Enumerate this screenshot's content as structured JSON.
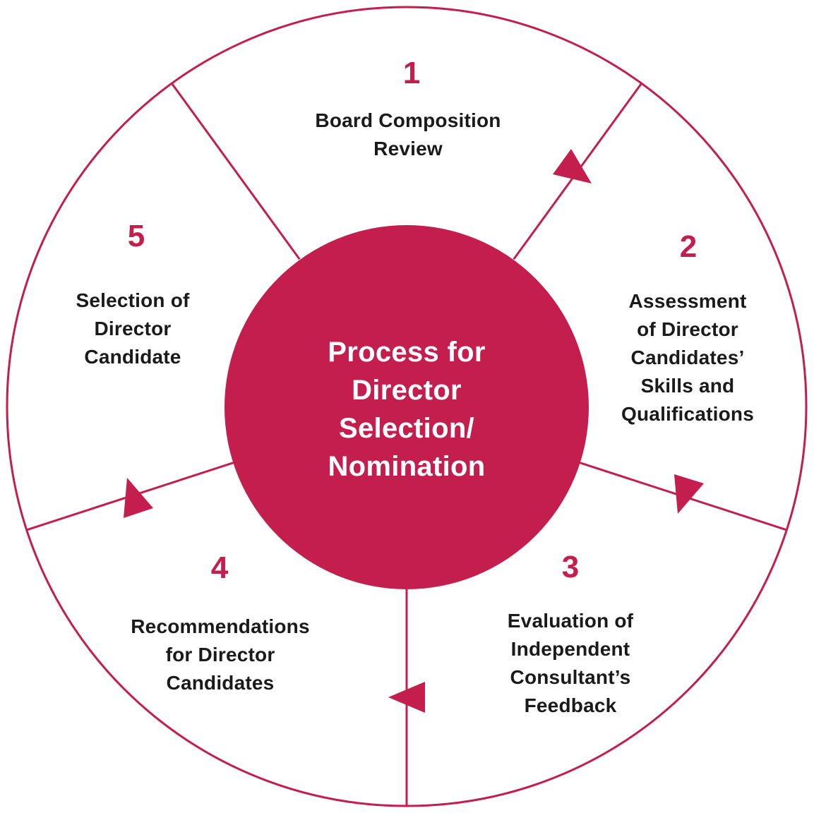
{
  "diagram": {
    "title": "Process for Director Selection/Nomination wheel",
    "center": {
      "label": "Process for\nDirector\nSelection/\nNomination"
    },
    "steps": [
      {
        "number": "1",
        "label": "Board Composition\nReview"
      },
      {
        "number": "2",
        "label": "Assessment\nof Director\nCandidates’\nSkills and\nQualifications"
      },
      {
        "number": "3",
        "label": "Evaluation of\nIndependent\nConsultant’s\nFeedback"
      },
      {
        "number": "4",
        "label": "Recommendations\nfor Director\nCandidates"
      },
      {
        "number": "5",
        "label": "Selection of\nDirector\nCandidate"
      }
    ],
    "flow": "clockwise",
    "colors": {
      "accent": "#C31E4D",
      "text": "#1A1A1A",
      "background": "#FFFFFF",
      "center_text": "#FFFFFF"
    }
  }
}
